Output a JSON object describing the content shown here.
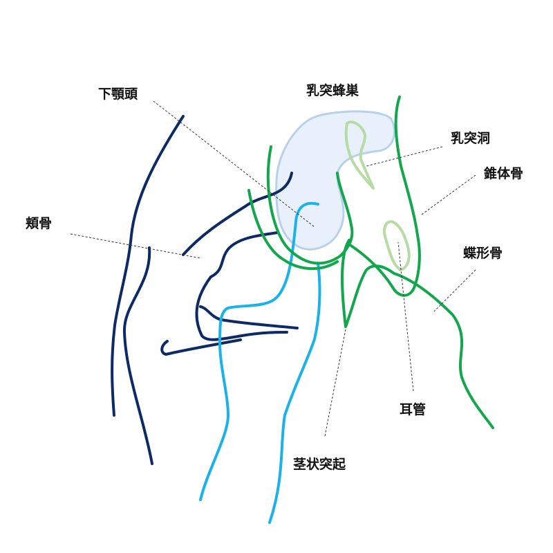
{
  "colors": {
    "navy": "#0d2a66",
    "cyan": "#1ab2ea",
    "green": "#12a74c",
    "light_green": "#b6dba4",
    "cell_fill": "#e8f1fb",
    "cell_stroke": "#b7d1ec",
    "label": "#111111"
  },
  "labels": {
    "mandibular_head": "下顎頭",
    "mastoid_cells": "乳突蜂巣",
    "mastoid_antrum": "乳突洞",
    "petrous_bone": "錐体骨",
    "zygomatic_bone": "頬骨",
    "sphenoid_bone": "蝶形骨",
    "ear_canal": "耳管",
    "styloid_process": "茎状突起"
  }
}
